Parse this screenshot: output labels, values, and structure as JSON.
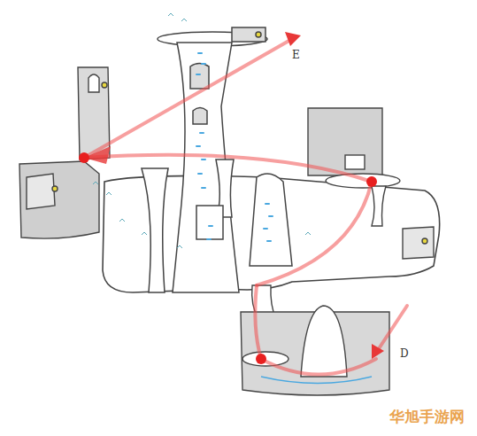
{
  "diagram": {
    "labels": [
      "E",
      "D",
      "华旭手游网"
    ]
  }
}
